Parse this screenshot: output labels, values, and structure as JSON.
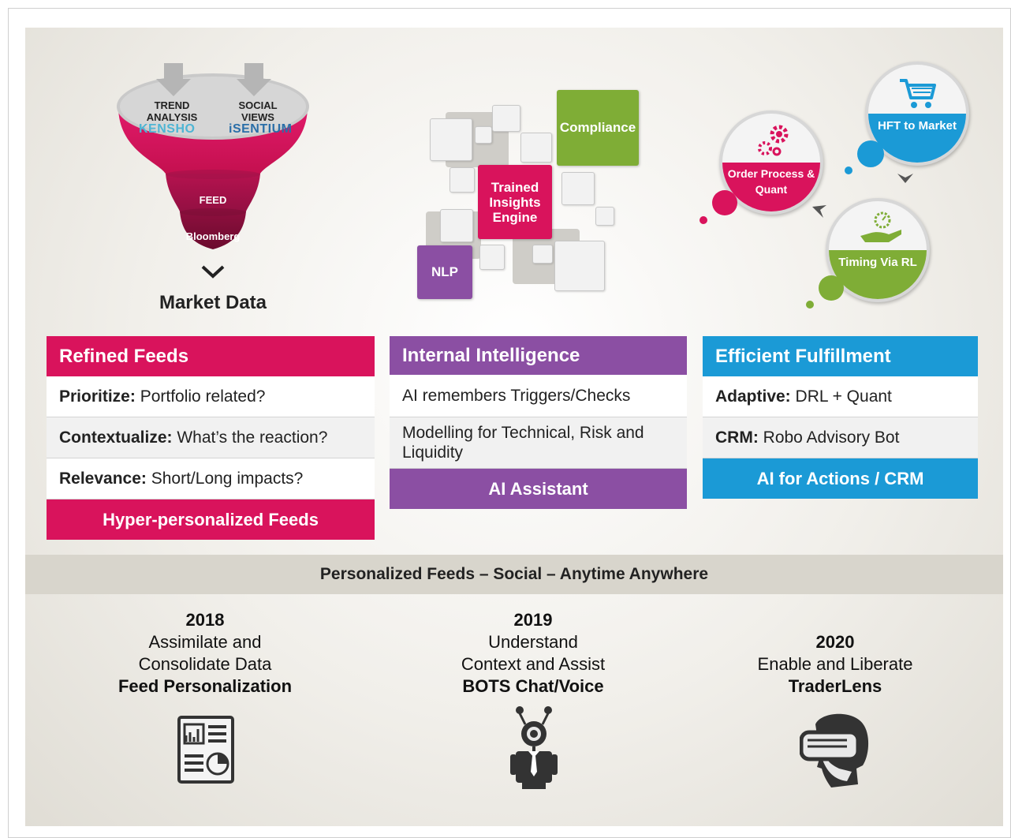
{
  "funnel": {
    "left_label": "TREND\nANALYSIS",
    "left_brand": "KENSHO",
    "right_label": "SOCIAL\nVIEWS",
    "right_brand": "iSENTIUM",
    "mid_label": "FEED",
    "bottom_label": "Bloomberg",
    "caption": "Market Data"
  },
  "engine": {
    "compliance": "Compliance",
    "trained": "Trained Insights Engine",
    "nlp": "NLP"
  },
  "bubbles": {
    "hft": "HFT to Market",
    "order": "Order Process & Quant",
    "timing": "Timing Via RL"
  },
  "cards": [
    {
      "title": "Refined Feeds",
      "rows": [
        {
          "key": "Prioritize:",
          "text": " Portfolio related?"
        },
        {
          "key": "Contextualize:",
          "text": " What’s the reaction?"
        },
        {
          "key": "Relevance:",
          "text": " Short/Long impacts?"
        }
      ],
      "footer": "Hyper-personalized Feeds"
    },
    {
      "title": "Internal Intelligence",
      "rows": [
        {
          "key": "",
          "text": "AI remembers Triggers/Checks"
        },
        {
          "key": "",
          "text": "Modelling for Technical, Risk and Liquidity"
        }
      ],
      "footer": "AI Assistant"
    },
    {
      "title": "Efficient Fulfillment",
      "rows": [
        {
          "key": "Adaptive:",
          "text": " DRL + Quant"
        },
        {
          "key": "CRM:",
          "text": " Robo Advisory Bot"
        }
      ],
      "footer": "AI for Actions / CRM"
    }
  ],
  "banner": "Personalized Feeds – Social – Anytime Anywhere",
  "timeline": [
    {
      "year": "2018",
      "desc1": "Assimilate and",
      "desc2": "Consolidate Data",
      "name": "Feed Personalization"
    },
    {
      "year": "2019",
      "desc1": "Understand",
      "desc2": "Context and Assist",
      "name": "BOTS Chat/Voice"
    },
    {
      "year": "2020",
      "desc1": "Enable and Liberate",
      "name": "TraderLens"
    }
  ],
  "colors": {
    "pink": "#d9135c",
    "purple": "#8b4fa3",
    "blue": "#1b9ad6",
    "green": "#7fad36"
  }
}
